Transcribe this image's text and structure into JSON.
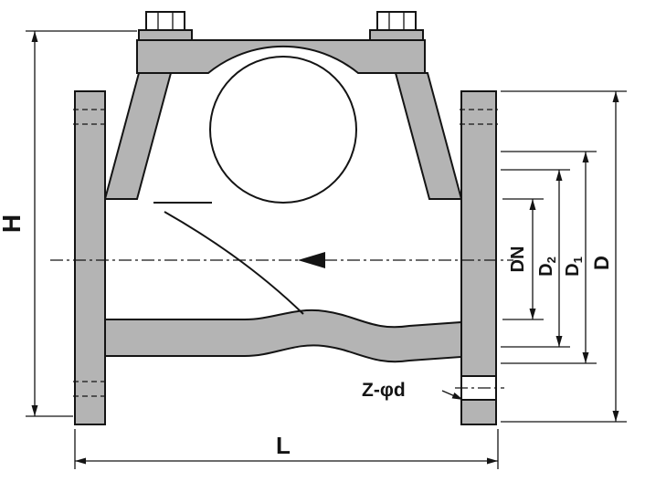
{
  "drawing": {
    "type": "technical-drawing",
    "subject": "swing check valve cross-section with dimension callouts",
    "colors": {
      "section_fill": "#b4b4b4",
      "line": "#141414",
      "background": "#ffffff"
    },
    "dimension_labels": {
      "height": "H",
      "length": "L",
      "nominal_bore": "DN",
      "d2": {
        "base": "D",
        "sub": "2"
      },
      "d1": {
        "base": "D",
        "sub": "1"
      },
      "outer_diameter": "D",
      "bolt_holes": "Z-φd"
    }
  }
}
